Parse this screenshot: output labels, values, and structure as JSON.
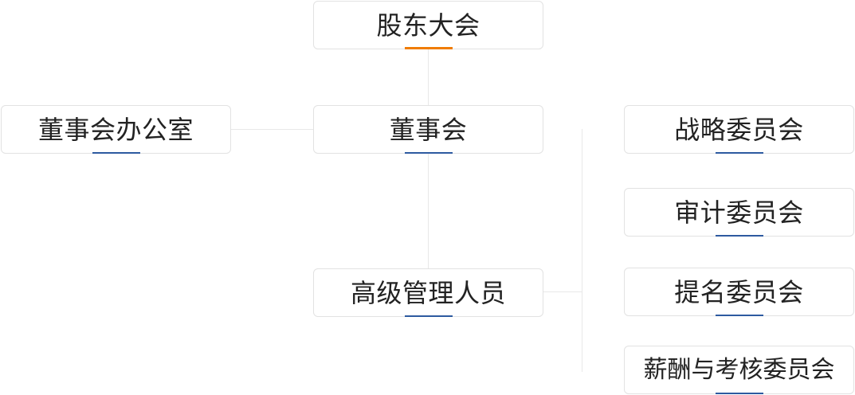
{
  "diagram": {
    "colors": {
      "accent_top": "#f07c00",
      "accent": "#2d5aa0",
      "border": "#e2e2e2",
      "connector": "#e8e8e8",
      "text": "#222222"
    },
    "nodes": {
      "shareholders_meeting": "股东大会",
      "board_of_directors": "董事会",
      "board_office": "董事会办公室",
      "senior_management": "高级管理人员",
      "strategy_committee": "战略委员会",
      "audit_committee": "审计委员会",
      "nomination_committee": "提名委员会",
      "remuneration_committee": "薪酬与考核委员会"
    }
  }
}
